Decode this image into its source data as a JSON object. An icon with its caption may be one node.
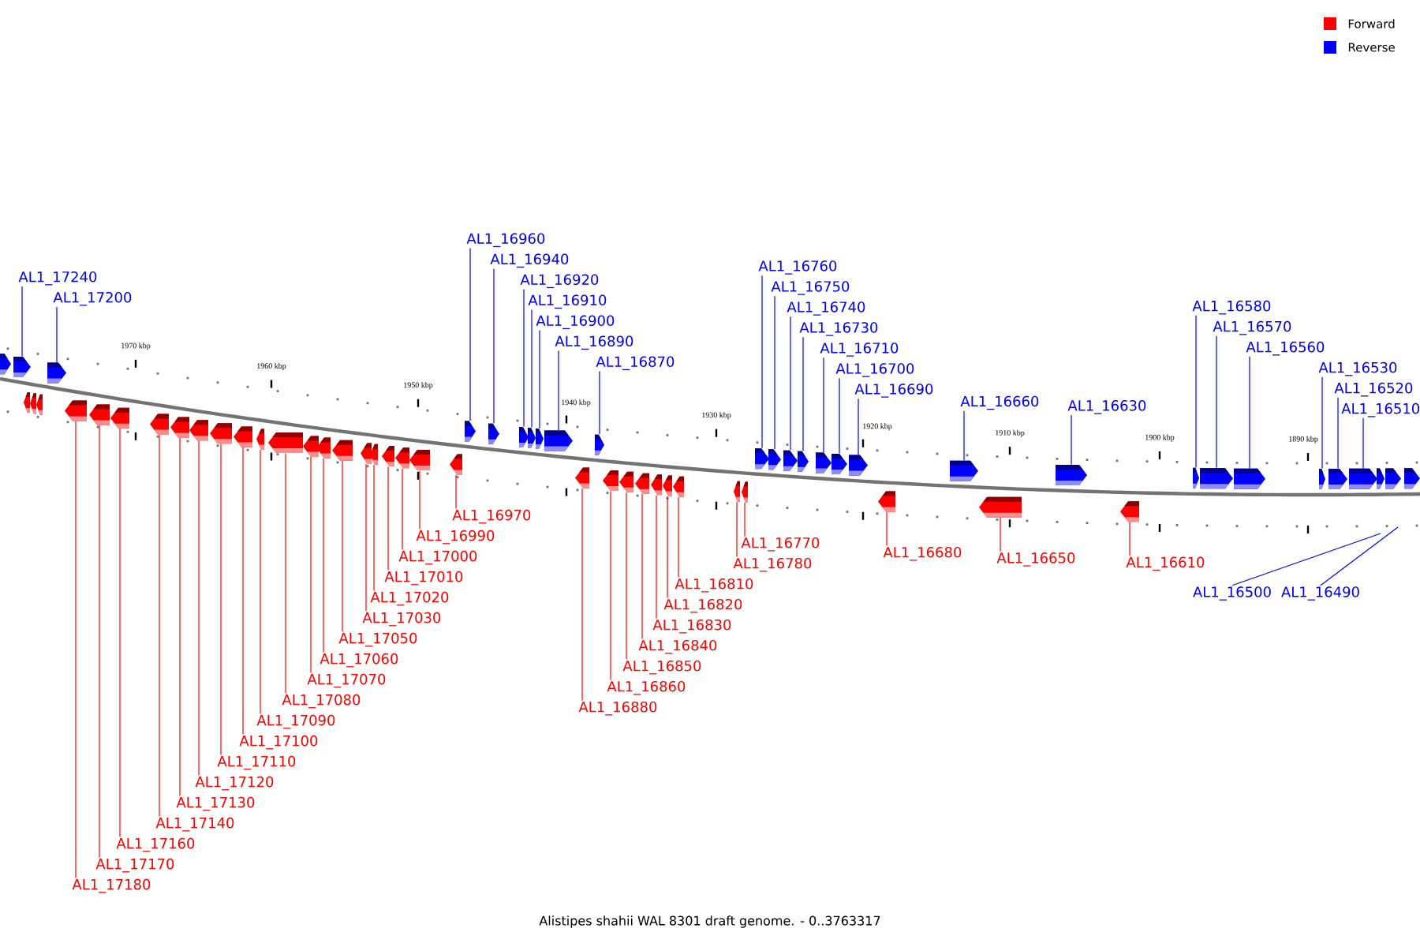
{
  "diagram": {
    "caption": "Alistipes shahii WAL 8301 draft genome. - 0..3763317",
    "nodes": [
      {
        "text": [
          "AL1_17240"
        ]
      },
      {
        "text": [
          "AL1_17200"
        ]
      },
      {
        "text": [
          "AL1_16960"
        ]
      },
      {
        "text": [
          "AL1_16940"
        ]
      },
      {
        "text": [
          "AL1_16920"
        ]
      },
      {
        "text": [
          "AL1_16910"
        ]
      },
      {
        "text": [
          "AL1_16900"
        ]
      },
      {
        "text": [
          "AL1_16890"
        ]
      },
      {
        "text": [
          "AL1_16870"
        ]
      },
      {
        "text": [
          "AL1_16760"
        ]
      },
      {
        "text": [
          "AL1_16750"
        ]
      },
      {
        "text": [
          "AL1_16740"
        ]
      },
      {
        "text": [
          "AL1_16730"
        ]
      },
      {
        "text": [
          "AL1_16710"
        ]
      },
      {
        "text": [
          "AL1_16700"
        ]
      },
      {
        "text": [
          "AL1_16690"
        ]
      },
      {
        "text": [
          "AL1_16660"
        ]
      },
      {
        "text": [
          "AL1_16630"
        ]
      },
      {
        "text": [
          "AL1_16580"
        ]
      },
      {
        "text": [
          "AL1_16570"
        ]
      },
      {
        "text": [
          "AL1_16560"
        ]
      },
      {
        "text": [
          "AL1_16530"
        ]
      },
      {
        "text": [
          "AL1_16520"
        ]
      },
      {
        "text": [
          "AL1_16510"
        ]
      },
      {
        "text": [
          "AL1_17180"
        ]
      },
      {
        "text": [
          "AL1_17170"
        ]
      },
      {
        "text": [
          "AL1_17160"
        ]
      },
      {
        "text": [
          "AL1_17140"
        ]
      },
      {
        "text": [
          "AL1_17130"
        ]
      },
      {
        "text": [
          "AL1_17120"
        ]
      },
      {
        "text": [
          "AL1_17110"
        ]
      },
      {
        "text": [
          "AL1_17100"
        ]
      },
      {
        "text": [
          "AL1_17090"
        ]
      },
      {
        "text": [
          "AL1_17080"
        ]
      },
      {
        "text": [
          "AL1_17070"
        ]
      },
      {
        "text": [
          "AL1_17060"
        ]
      },
      {
        "text": [
          "AL1_17050"
        ]
      },
      {
        "text": [
          "AL1_17030"
        ]
      },
      {
        "text": [
          "AL1_17020"
        ]
      },
      {
        "text": [
          "AL1_17010"
        ]
      },
      {
        "text": [
          "AL1_17000"
        ]
      },
      {
        "text": [
          "AL1_16990"
        ]
      },
      {
        "text": [
          "AL1_16970"
        ]
      },
      {
        "text": [
          "AL1_16880"
        ]
      },
      {
        "text": [
          "AL1_16860"
        ]
      },
      {
        "text": [
          "AL1_16850"
        ]
      },
      {
        "text": [
          "AL1_16840"
        ]
      },
      {
        "text": [
          "AL1_16830"
        ]
      },
      {
        "text": [
          "AL1_16820"
        ]
      },
      {
        "text": [
          "AL1_16810"
        ]
      },
      {
        "text": [
          "AL1_16780"
        ]
      },
      {
        "text": [
          "AL1_16770"
        ]
      },
      {
        "text": [
          "AL1_16680"
        ]
      },
      {
        "text": [
          "AL1_16650"
        ]
      },
      {
        "text": [
          "AL1_16610"
        ]
      },
      {
        "text": [
          "AL1_16500"
        ]
      },
      {
        "text": [
          "AL1_16490"
        ]
      },
      {
        "text": [],
        "shape": "pentagon"
      },
      {
        "text": [],
        "shape": "pentagon"
      },
      {
        "text": [],
        "shape": "pentagon"
      },
      {
        "text": [],
        "shape": "pentagon"
      },
      {
        "text": [],
        "shape": "pentagon"
      },
      {
        "text": [],
        "shape": "pentagon"
      },
      {
        "text": [],
        "shape": "pentagon"
      },
      {
        "text": [],
        "shape": "pentagon"
      },
      {
        "text": [],
        "shape": "pentagon"
      },
      {
        "text": [],
        "shape": "pentagon"
      },
      {
        "text": [],
        "shape": "pentagon"
      },
      {
        "text": [],
        "shape": "pentagon"
      },
      {
        "text": [],
        "shape": "pentagon"
      },
      {
        "text": [],
        "shape": "pentagon"
      },
      {
        "text": [],
        "shape": "pentagon"
      },
      {
        "text": [],
        "shape": "pentagon"
      },
      {
        "text": [],
        "shape": "pentagon"
      },
      {
        "text": [],
        "shape": "pentagon"
      },
      {
        "text": [],
        "shape": "pentagon"
      },
      {
        "text": [],
        "shape": "pentagon"
      },
      {
        "text": [],
        "shape": "pentagon"
      },
      {
        "text": [],
        "shape": "pentagon"
      },
      {
        "text": [],
        "shape": "pentagon"
      },
      {
        "text": [],
        "shape": "pentagon"
      },
      {
        "text": [],
        "shape": "pentagon"
      },
      {
        "text": [],
        "shape": "pentagon"
      },
      {
        "text": [],
        "shape": "pentagon"
      },
      {
        "text": [],
        "shape": "pentagon"
      },
      {
        "text": [],
        "shape": "pentagon"
      },
      {
        "text": [],
        "shape": "pentagon"
      },
      {
        "text": [],
        "shape": "pentagon"
      },
      {
        "text": [],
        "shape": "pentagon"
      },
      {
        "text": [],
        "shape": "pentagon"
      },
      {
        "text": [],
        "shape": "pentagon"
      },
      {
        "text": [],
        "shape": "pentagon"
      },
      {
        "text": [],
        "shape": "pentagon"
      },
      {
        "text": [],
        "shape": "pentagon"
      },
      {
        "text": [],
        "shape": "pentagon"
      },
      {
        "text": [],
        "shape": "pentagon"
      },
      {
        "text": [],
        "shape": "pentagon"
      },
      {
        "text": [],
        "shape": "pentagon"
      },
      {
        "text": [],
        "shape": "pentagon"
      },
      {
        "text": [],
        "shape": "pentagon"
      },
      {
        "text": [],
        "shape": "pentagon"
      },
      {
        "text": [],
        "shape": "pentagon"
      },
      {
        "text": [],
        "shape": "pentagon"
      },
      {
        "text": [],
        "shape": "pentagon"
      },
      {
        "text": [],
        "shape": "pentagon"
      },
      {
        "text": [],
        "shape": "pentagon"
      },
      {
        "text": [],
        "shape": "pentagon"
      },
      {
        "text": [],
        "shape": "pentagon"
      },
      {
        "text": [],
        "shape": "pentagon"
      },
      {
        "text": [],
        "shape": "pentagon"
      },
      {
        "text": [],
        "shape": "pentagon"
      },
      {
        "text": [],
        "shape": "pentagon"
      },
      {
        "text": [],
        "shape": "pentagon"
      },
      {
        "text": [],
        "shape": "pentagon"
      },
      {
        "text": [],
        "shape": "pentagon"
      },
      {
        "text": [],
        "shape": "pentagon"
      },
      {
        "text": [],
        "shape": "pentagon"
      },
      {
        "text": [],
        "shape": "pentagon"
      },
      {
        "text": [],
        "shape": "pentagon"
      }
    ],
    "edges": [
      {
        "from": 0,
        "to": 57,
        "arrow": "none",
        "color": "#0000ff"
      },
      {
        "from": 1,
        "to": 58,
        "arrow": "none",
        "color": "#0000ff"
      },
      {
        "from": 2,
        "to": 59,
        "arrow": "none",
        "color": "#0000ff"
      },
      {
        "from": 3,
        "to": 60,
        "arrow": "none",
        "color": "#0000ff"
      },
      {
        "from": 4,
        "to": 61,
        "arrow": "none",
        "color": "#0000ff"
      },
      {
        "from": 5,
        "to": 62,
        "arrow": "none",
        "color": "#0000ff"
      },
      {
        "from": 6,
        "to": 63,
        "arrow": "none",
        "color": "#0000ff"
      },
      {
        "from": 7,
        "to": 64,
        "arrow": "none",
        "color": "#0000ff"
      },
      {
        "from": 8,
        "to": 65,
        "arrow": "none",
        "color": "#0000ff"
      },
      {
        "from": 9,
        "to": 66,
        "arrow": "none",
        "color": "#0000ff"
      },
      {
        "from": 10,
        "to": 67,
        "arrow": "none",
        "color": "#0000ff"
      },
      {
        "from": 11,
        "to": 68,
        "arrow": "none",
        "color": "#0000ff"
      },
      {
        "from": 12,
        "to": 69,
        "arrow": "none",
        "color": "#0000ff"
      },
      {
        "from": 13,
        "to": 70,
        "arrow": "none",
        "color": "#0000ff"
      },
      {
        "from": 14,
        "to": 71,
        "arrow": "none",
        "color": "#0000ff"
      },
      {
        "from": 15,
        "to": 72,
        "arrow": "none",
        "color": "#0000ff"
      },
      {
        "from": 16,
        "to": 73,
        "arrow": "none",
        "color": "#0000ff"
      },
      {
        "from": 17,
        "to": 74,
        "arrow": "none",
        "color": "#0000ff"
      },
      {
        "from": 18,
        "to": 75,
        "arrow": "none",
        "color": "#0000ff"
      },
      {
        "from": 19,
        "to": 76,
        "arrow": "none",
        "color": "#0000ff"
      },
      {
        "from": 20,
        "to": 77,
        "arrow": "none",
        "color": "#0000ff"
      },
      {
        "from": 21,
        "to": 78,
        "arrow": "none",
        "color": "#0000ff"
      },
      {
        "from": 22,
        "to": 79,
        "arrow": "none",
        "color": "#0000ff"
      },
      {
        "from": 23,
        "to": 80,
        "arrow": "none",
        "color": "#0000ff"
      },
      {
        "from": 24,
        "to": 81,
        "arrow": "none"
      },
      {
        "from": 25,
        "to": 82,
        "arrow": "none"
      },
      {
        "from": 26,
        "to": 83,
        "arrow": "none"
      },
      {
        "from": 27,
        "to": 84,
        "arrow": "none"
      },
      {
        "from": 28,
        "to": 85,
        "arrow": "none"
      },
      {
        "from": 29,
        "to": 86,
        "arrow": "none"
      },
      {
        "from": 30,
        "to": 87,
        "arrow": "none"
      },
      {
        "from": 31,
        "to": 88,
        "arrow": "none"
      },
      {
        "from": 32,
        "to": 89,
        "arrow": "none"
      },
      {
        "from": 33,
        "to": 90,
        "arrow": "none"
      },
      {
        "from": 34,
        "to": 91,
        "arrow": "none"
      },
      {
        "from": 35,
        "to": 92,
        "arrow": "none"
      },
      {
        "from": 36,
        "to": 93,
        "arrow": "none"
      },
      {
        "from": 37,
        "to": 94,
        "arrow": "none"
      },
      {
        "from": 38,
        "to": 95,
        "arrow": "none"
      },
      {
        "from": 39,
        "to": 96,
        "arrow": "none"
      },
      {
        "from": 40,
        "to": 97,
        "arrow": "none"
      },
      {
        "from": 41,
        "to": 98,
        "arrow": "none"
      },
      {
        "from": 42,
        "to": 99,
        "arrow": "none"
      },
      {
        "from": 43,
        "to": 100,
        "arrow": "none"
      },
      {
        "from": 44,
        "to": 101,
        "arrow": "none"
      },
      {
        "from": 45,
        "to": 102,
        "arrow": "none"
      },
      {
        "from": 46,
        "to": 103,
        "arrow": "none"
      },
      {
        "from": 47,
        "to": 104,
        "arrow": "none"
      },
      {
        "from": 48,
        "to": 105,
        "arrow": "none"
      },
      {
        "from": 49,
        "to": 106,
        "arrow": "none"
      },
      {
        "from": 50,
        "to": 107,
        "arrow": "none"
      },
      {
        "from": 51,
        "to": 108,
        "arrow": "none"
      },
      {
        "from": 52,
        "to": 109,
        "arrow": "none"
      },
      {
        "from": 53,
        "to": 110,
        "arrow": "none"
      },
      {
        "from": 54,
        "to": 111,
        "arrow": "none"
      },
      {
        "from": 55,
        "to": null,
        "arrow": "none",
        "color": "#0000ff"
      },
      {
        "from": 56,
        "to": null,
        "arrow": "none",
        "color": "#0000ff"
      }
    ],
    "labels": [
      "1970 kbp",
      "1960 kbp",
      "1950 kbp",
      "1940 kbp",
      "1930 kbp",
      "1920 kbp",
      "1910 kbp",
      "1900 kbp",
      "1890 kbp"
    ],
    "legend": [
      {
        "text": "Forward",
        "color": "#ff0000"
      },
      {
        "text": "Reverse",
        "color": "#0000ff"
      }
    ]
  }
}
